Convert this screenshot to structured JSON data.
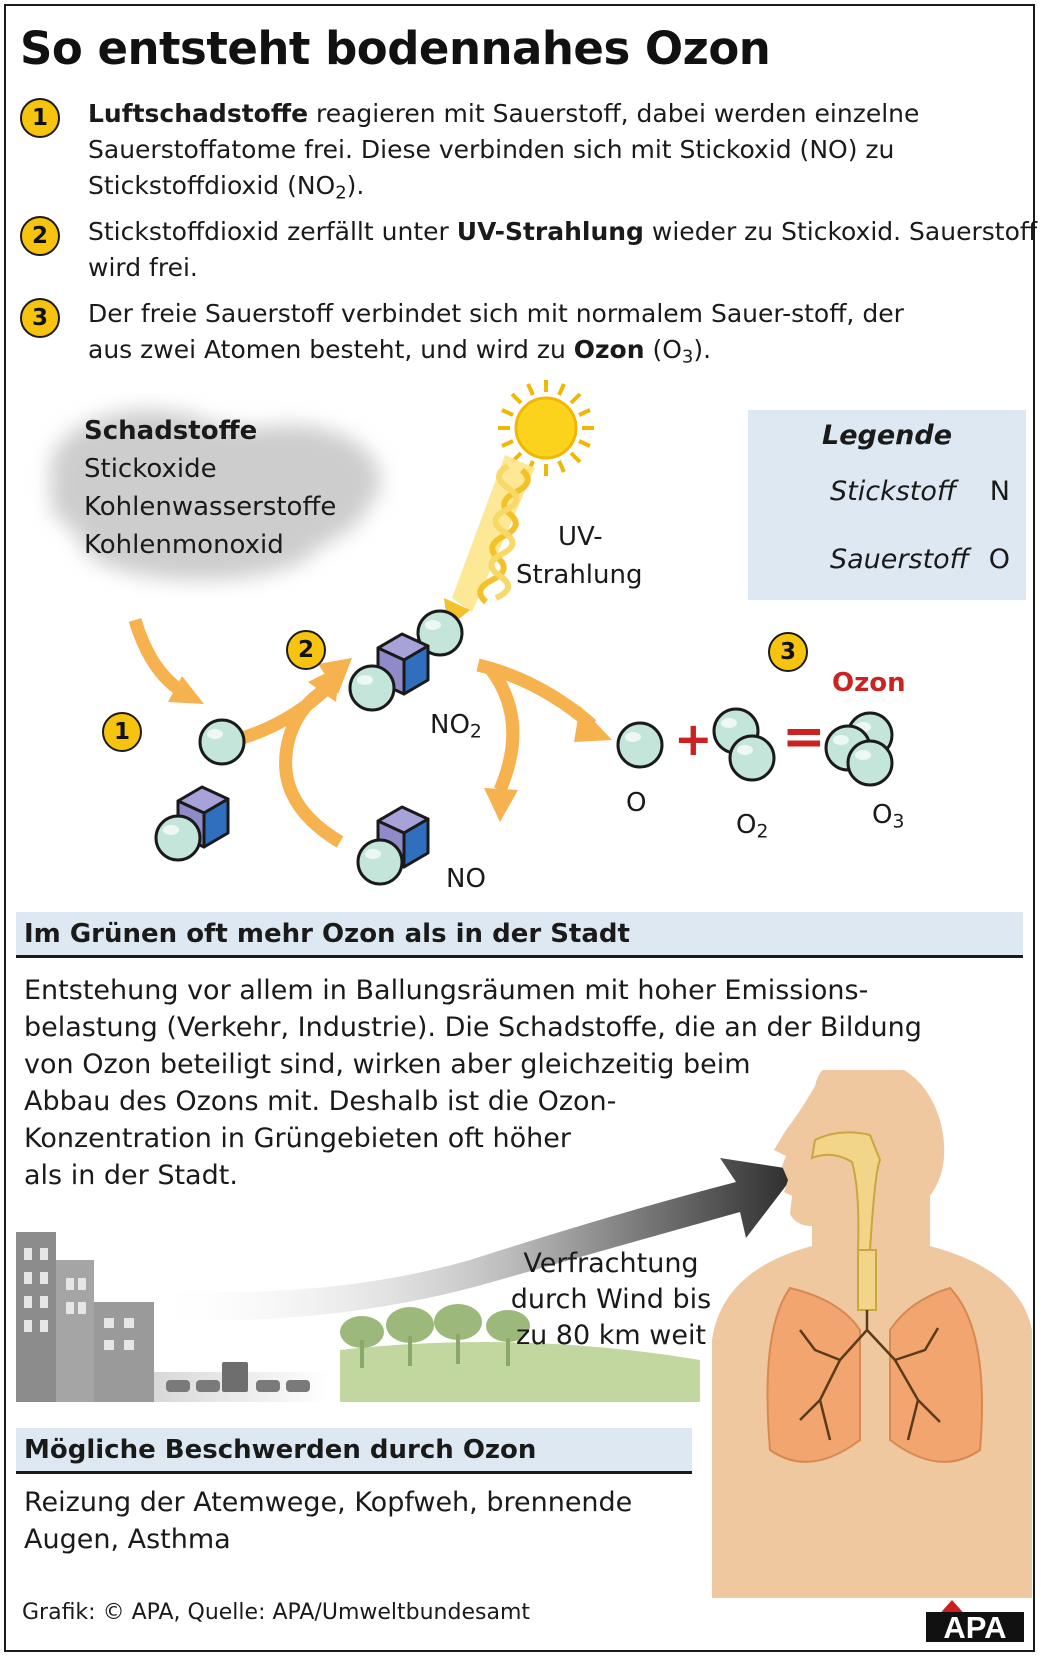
{
  "title": "So entsteht bodennahes Ozon",
  "steps": [
    {
      "num": "1",
      "bold": "Luftschadstoffe",
      "text_a": " reagieren mit Sauerstoff, dabei werden einzelne Sauerstoffatome frei. Diese verbinden sich mit Stickoxid (NO) zu Stickstoffdioxid (NO",
      "sub": "2",
      "text_b": ")."
    },
    {
      "num": "2",
      "text_a": "Stickstoffdioxid zerfällt unter ",
      "bold": "UV-Strahlung",
      "text_b": " wieder zu Stickoxid. Sauerstoff wird frei."
    },
    {
      "num": "3",
      "text_a": "Der freie Sauerstoff verbindet sich mit normalem Sauer-stoff, der aus zwei Atomen besteht, und wird zu ",
      "bold": "Ozon",
      "text_b": " (O",
      "sub": "3",
      "text_c": ")."
    }
  ],
  "diagram": {
    "pollutants_title": "Schadstoffe",
    "pollutants": [
      "Stickoxide",
      "Kohlenwasserstoffe",
      "Kohlenmonoxid"
    ],
    "uv_label_1": "UV-",
    "uv_label_2": "Strahlung",
    "badges": [
      "1",
      "2",
      "3"
    ],
    "no2_label": "NO",
    "no2_sub": "2",
    "no_label": "NO",
    "o_label": "O",
    "o2_label": "O",
    "o2_sub": "2",
    "o3_label": "O",
    "o3_sub": "3",
    "ozone_label": "Ozon",
    "plus_sign": "+",
    "equals_sign": "="
  },
  "legend": {
    "title": "Legende",
    "items": [
      {
        "name": "Stickstoff",
        "symbol": "N"
      },
      {
        "name": "Sauerstoff",
        "symbol": "O"
      }
    ]
  },
  "section1": {
    "heading": "Im Grünen oft mehr Ozon als in der Stadt",
    "lines": [
      "Entstehung vor allem in Ballungsräumen mit hoher Emissions-",
      "belastung (Verkehr, Industrie). Die Schadstoffe, die an der Bildung",
      "von Ozon beteiligt sind, wirken aber gleichzeitig beim",
      "Abbau des Ozons mit. Deshalb ist die Ozon-",
      "Konzentration in Grüngebieten oft höher",
      "als in der Stadt."
    ]
  },
  "wind": {
    "lines": [
      "Verfrachtung",
      "durch Wind bis",
      "zu 80 km weit"
    ]
  },
  "section2": {
    "heading": "Mögliche Beschwerden durch Ozon",
    "lines": [
      "Reizung der Atemwege, Kopfweh, brennende",
      "Augen, Asthma"
    ]
  },
  "footer": "Grafik: © APA, Quelle: APA/Umweltbundesamt",
  "logo_text": "APA",
  "colors": {
    "badge": "#f6c40e",
    "arrow": "#f5b24f",
    "nitrogen_top": "#a7a3d8",
    "nitrogen_side": "#2f6fbd",
    "oxygen": "#c4e6da",
    "ozone_label": "#cc2222",
    "operator": "#cc2222",
    "panel": "#dde8f2",
    "skin": "#f0c89f",
    "lung": "#f2a56f"
  }
}
